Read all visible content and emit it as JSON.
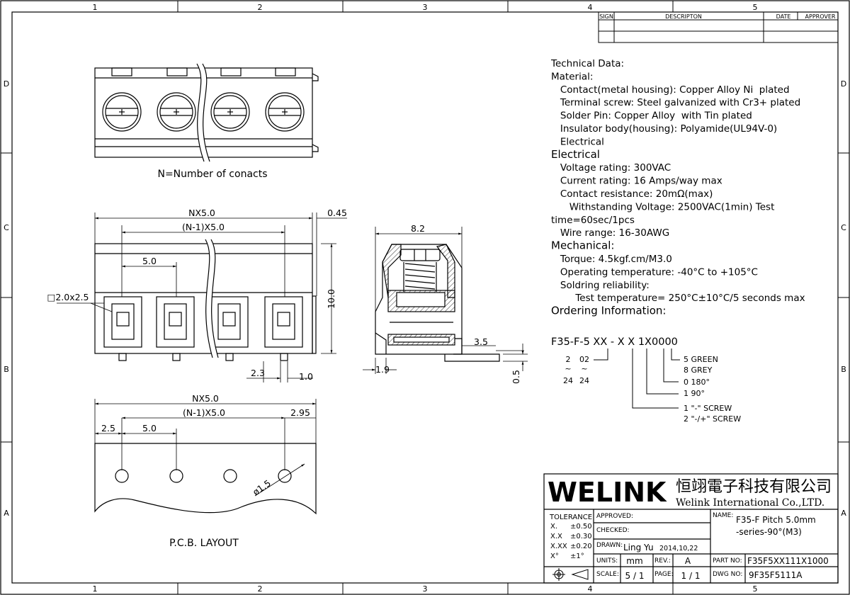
{
  "frame": {
    "col_labels": [
      "1",
      "2",
      "3",
      "4",
      "5"
    ],
    "row_labels": [
      "D",
      "C",
      "B",
      "A"
    ]
  },
  "revision_table": {
    "headers": [
      "SIGN",
      "DESCRIPTON",
      "DATE",
      "APPROVER"
    ]
  },
  "views": {
    "top_caption": "N=Number of conacts",
    "pcb_caption": "P.C.B. LAYOUT"
  },
  "dims": {
    "front_nx": "NX5.0",
    "front_n1": "(N-1)X5.0",
    "front_045": "0.45",
    "front_pitch": "5.0",
    "front_sq": "□2.0x2.5",
    "front_height": "10.0",
    "front_23": "2.3",
    "front_10": "1.0",
    "side_82": "8.2",
    "side_35": "3.5",
    "side_19": "1.9",
    "side_05": "0.5",
    "pcb_nx": "NX5.0",
    "pcb_n1": "(N-1)X5.0",
    "pcb_295": "2.95",
    "pcb_25": "2.5",
    "pcb_50": "5.0",
    "pcb_hole": "ø1.5"
  },
  "tech": {
    "lines": [
      "Technical Data:",
      "Material:",
      "   Contact(metal housing): Copper Alloy Ni  plated",
      "   Terminal screw: Steel galvanized with Cr3+ plated",
      "   Solder Pin: Copper Alloy  with Tin plated",
      "   Insulator body(housing): Polyamide(UL94V-0)",
      "   Electrical",
      "Electrical",
      "   Voltage rating: 300VAC",
      "   Current rating: 16 Amps/way max",
      "   Contact resistance: 20mΩ(max)",
      "      Withstanding Voltage: 2500VAC(1min) Test",
      "time=60sec/1pcs",
      "   Wire range: 16-30AWG",
      "Mechanical:",
      "   Torque: 4.5kgf.cm/M3.0",
      "   Operating temperature: -40°C to +105°C",
      "   Soldring reliability:",
      "        Test temperature= 250°C±10°C/5 seconds max",
      "Ordering Information:"
    ]
  },
  "ordering": {
    "code": "F35-F-5 XX - X  X  1X0000",
    "poles_a": [
      "2",
      "~",
      "24"
    ],
    "poles_b": [
      "02",
      "~",
      "24"
    ],
    "color_opts": [
      "5  GREEN",
      "8  GREY"
    ],
    "angle_opts": [
      "0  180°",
      "1   90°"
    ],
    "screw_opts": [
      "1   \"-\" SCREW",
      "2  \"-/+\" SCREW"
    ]
  },
  "titleblock": {
    "brand": "WELINK",
    "chinese": "恒翊電子科技有限公司",
    "company": "Welink International Co.,LTD.",
    "tolerance_label": "TOLERANCE",
    "tol_rows": [
      [
        "X.",
        "±0.50"
      ],
      [
        "X.X",
        "±0.30"
      ],
      [
        "X.XX",
        "±0.20"
      ],
      [
        "X°",
        "±1°"
      ]
    ],
    "approved_label": "APPROVED:",
    "checked_label": "CHECKED:",
    "drawn_label": "DRAWN:",
    "drawn_value": "Ling Yu",
    "drawn_date": "2014,10,22",
    "units_label": "UNITS:",
    "units_value": "mm",
    "rev_label": "REV.:",
    "rev_value": "A",
    "scale_label": "SCALE:",
    "scale_value": "5 / 1",
    "page_label": "PAGE:",
    "page_value": "1 / 1",
    "name_label": "NAME:",
    "name_value_1": "F35-F  Pitch 5.0mm",
    "name_value_2": "-series-90°(M3)",
    "partno_label": "PART NO:",
    "partno_value": "F35F5XX111X1000",
    "dwgno_label": "DWG NO:",
    "dwgno_value": "9F35F5111A"
  }
}
